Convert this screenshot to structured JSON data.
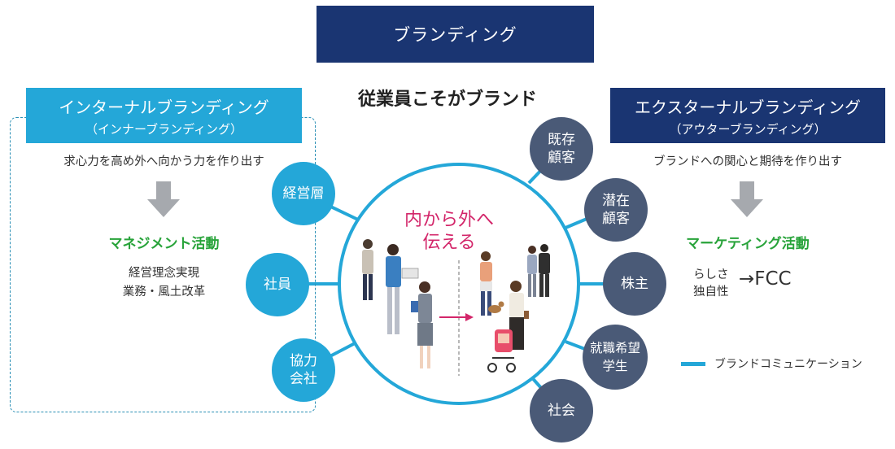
{
  "title": "ブランディング",
  "center_heading": "従業員こそがブランド",
  "center_message": [
    "内から外へ",
    "伝える"
  ],
  "internal": {
    "title": "インターナルブランディング",
    "subtitle": "（インナーブランディング）",
    "description": "求心力を高め外へ向かう力を作り出す",
    "subheading": "マネジメント活動",
    "items": [
      "経営理念実現",
      "業務・風土改革"
    ],
    "nodes": [
      {
        "lines": [
          "経営層"
        ]
      },
      {
        "lines": [
          "社員"
        ]
      },
      {
        "lines": [
          "協力",
          "会社"
        ]
      }
    ]
  },
  "external": {
    "title": "エクスターナルブランディング",
    "subtitle": "（アウターブランディング）",
    "description": "ブランドへの関心と期待を作り出す",
    "subheading": "マーケティング活動",
    "items": [
      "らしさ",
      "独自性"
    ],
    "result": "→FCC",
    "nodes": [
      {
        "lines": [
          "既存",
          "顧客"
        ]
      },
      {
        "lines": [
          "潜在",
          "顧客"
        ]
      },
      {
        "lines": [
          "株主"
        ]
      },
      {
        "lines": [
          "就職希望",
          "学生"
        ]
      },
      {
        "lines": [
          "社会"
        ]
      }
    ]
  },
  "legend": {
    "label": "ブランドコミュニケーション"
  },
  "colors": {
    "navy": "#1a3572",
    "cyan": "#24a7d8",
    "slate": "#4a5a77",
    "green": "#28a33a",
    "magenta": "#d3266a"
  }
}
